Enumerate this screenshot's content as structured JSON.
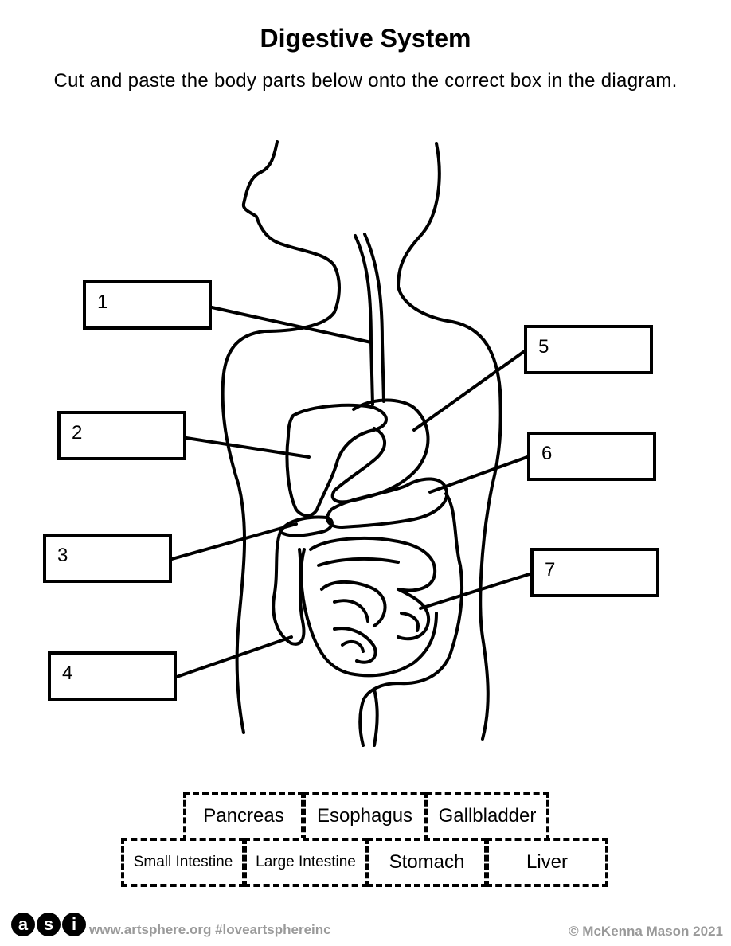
{
  "title": "Digestive System",
  "instructions": "Cut and paste the body parts below onto the correct box in the diagram.",
  "label_boxes": [
    {
      "number": "1"
    },
    {
      "number": "2"
    },
    {
      "number": "3"
    },
    {
      "number": "4"
    },
    {
      "number": "5"
    },
    {
      "number": "6"
    },
    {
      "number": "7"
    }
  ],
  "cutouts": {
    "row1": [
      "Pancreas",
      "Esophagus",
      "Gallbladder"
    ],
    "row2": [
      "Small Intestine",
      "Large Intestine",
      "Stomach",
      "Liver"
    ]
  },
  "footer": {
    "logo_letters": [
      "a",
      "s",
      "i"
    ],
    "site": "www.artsphere.org  #loveartsphereinc",
    "copyright": "© McKenna Mason 2021"
  }
}
